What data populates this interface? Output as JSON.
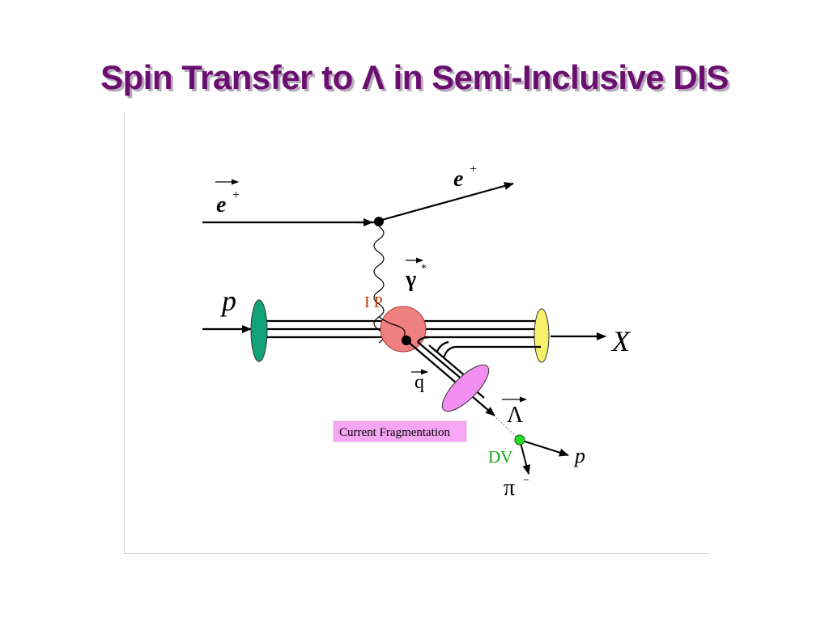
{
  "slide": {
    "title": "Spin Transfer to Λ in Semi-Inclusive DIS"
  },
  "diagram": {
    "labels": {
      "incoming_positron": "e",
      "incoming_positron_charge": "+",
      "outgoing_positron": "e",
      "outgoing_positron_charge": "+",
      "photon": "γ",
      "photon_star": "*",
      "proton": "p",
      "interaction_point": "I P",
      "remnant": "X",
      "quark": "q",
      "lambda": "Λ",
      "fragmentation_box": "Current Fragmentation",
      "decay_vertex": "DV",
      "decay_proton": "p",
      "pion": "π",
      "pion_charge": "−"
    },
    "colors": {
      "ip_blob": "#f08080",
      "ip_label": "#c03000",
      "proton_ellipse": "#13a37b",
      "remnant_ellipse": "#f7f06a",
      "fragmentation_ellipse": "#f28ef0",
      "fragmentation_box": "#f6a6f2",
      "decay_vertex": "#22dd22",
      "decay_vertex_label": "#10a810"
    }
  }
}
